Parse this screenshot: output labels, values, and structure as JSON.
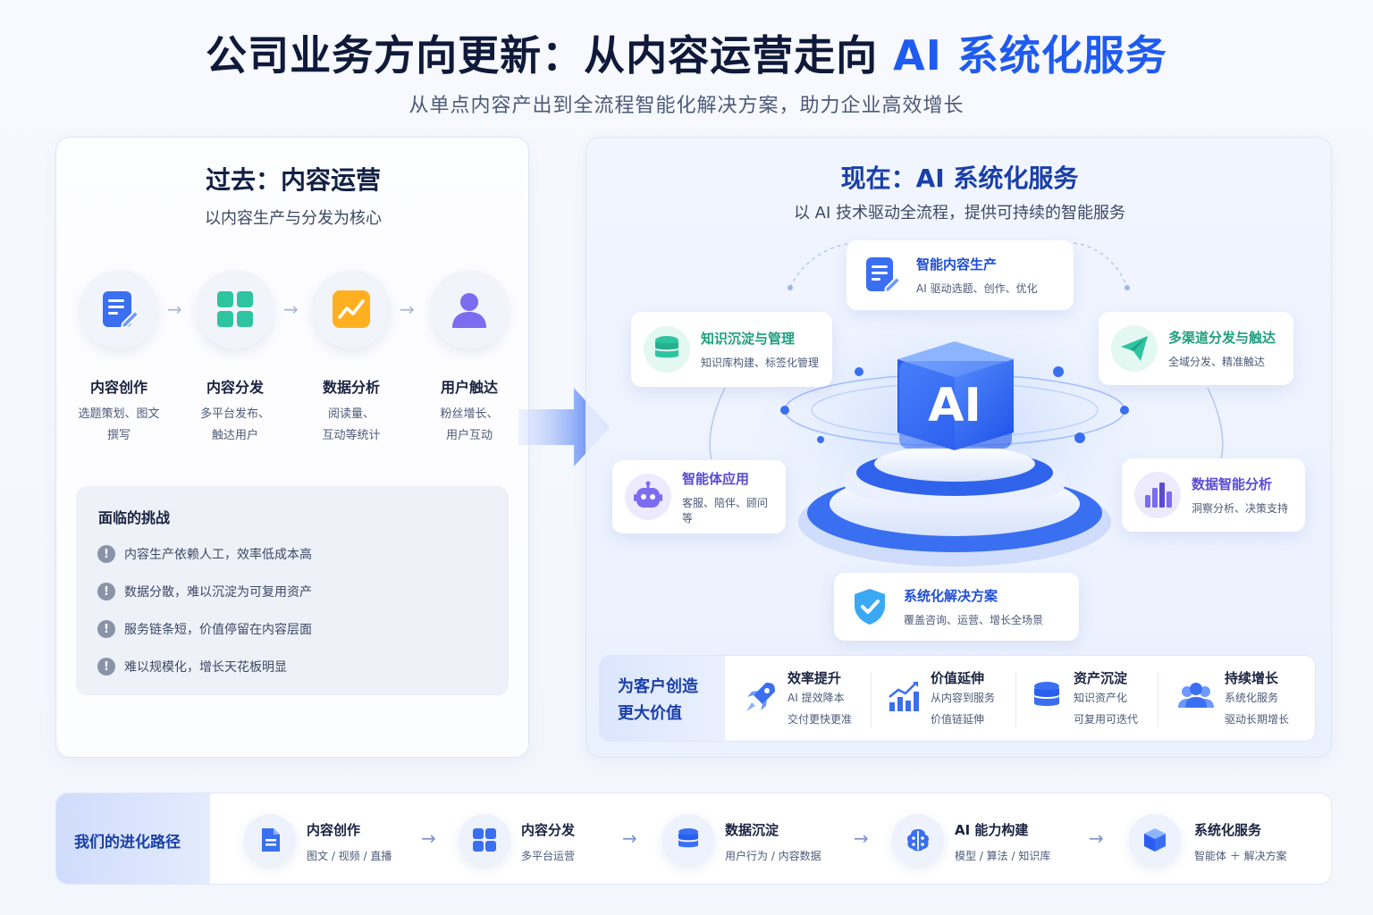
{
  "header": {
    "title_prefix": "公司业务方向更新：从内容运营走向 ",
    "title_highlight": "AI 系统化服务",
    "subtitle": "从单点内容产出到全流程智能化解决方案，助力企业高效增长"
  },
  "past": {
    "title": "过去：内容运营",
    "subtitle": "以内容生产与分发为核心",
    "steps": [
      {
        "title": "内容创作",
        "desc1": "选题策划、图文",
        "desc2": "撰写"
      },
      {
        "title": "内容分发",
        "desc1": "多平台发布、",
        "desc2": "触达用户"
      },
      {
        "title": "数据分析",
        "desc1": "阅读量、",
        "desc2": "互动等统计"
      },
      {
        "title": "用户触达",
        "desc1": "粉丝增长、",
        "desc2": "用户互动"
      }
    ],
    "challenges": {
      "title": "面临的挑战",
      "items": [
        "内容生产依赖人工，效率低成本高",
        "数据分散，难以沉淀为可复用资产",
        "服务链条短，价值停留在内容层面",
        "难以规模化，增长天花板明显"
      ]
    }
  },
  "now": {
    "title": "现在：AI 系统化服务",
    "subtitle": "以 AI 技术驱动全流程，提供可持续的智能服务",
    "center_label": "AI",
    "features": {
      "content": {
        "title": "智能内容生产",
        "desc": "AI 驱动选题、创作、优化"
      },
      "knowledge": {
        "title": "知识沉淀与管理",
        "desc": "知识库构建、标签化管理"
      },
      "channel": {
        "title": "多渠道分发与触达",
        "desc": "全域分发、精准触达"
      },
      "agent": {
        "title": "智能体应用",
        "desc": "客服、陪伴、顾问等"
      },
      "data": {
        "title": "数据智能分析",
        "desc": "洞察分析、决策支持"
      },
      "solution": {
        "title": "系统化解决方案",
        "desc": "覆盖咨询、运营、增长全场景"
      }
    },
    "value": {
      "label1": "为客户创造",
      "label2": "更大价值",
      "items": [
        {
          "title": "效率提升",
          "d1": "AI 提效降本",
          "d2": "交付更快更准"
        },
        {
          "title": "价值延伸",
          "d1": "从内容到服务",
          "d2": "价值链延伸"
        },
        {
          "title": "资产沉淀",
          "d1": "知识资产化",
          "d2": "可复用可迭代"
        },
        {
          "title": "持续增长",
          "d1": "系统化服务",
          "d2": "驱动长期增长"
        }
      ]
    }
  },
  "evolution": {
    "label": "我们的进化路径",
    "steps": [
      {
        "title": "内容创作",
        "desc": "图文 / 视频 / 直播"
      },
      {
        "title": "内容分发",
        "desc": "多平台运营"
      },
      {
        "title": "数据沉淀",
        "desc": "用户行为 / 内容数据"
      },
      {
        "title": "AI 能力构建",
        "desc": "模型 / 算法 / 知识库"
      },
      {
        "title": "系统化服务",
        "desc": "智能体 ＋ 解决方案"
      }
    ]
  },
  "colors": {
    "accent": "#1f5bf0",
    "title": "#0f1a3a",
    "feature_title": "#1f4fd8",
    "green": "#2ec4a0",
    "orange": "#ffb020",
    "purple": "#7b6cf0"
  }
}
